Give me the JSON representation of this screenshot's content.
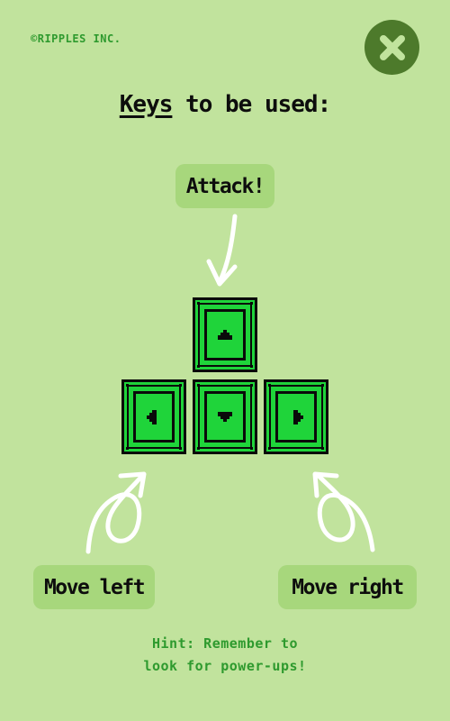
{
  "header": {
    "copyright": "©RIPPLES INC.",
    "close_icon": "close-x-icon"
  },
  "title": {
    "keyword": "Keys",
    "rest": " to be used:"
  },
  "labels": {
    "attack": "Attack!",
    "move_left": "Move left",
    "move_right": "Move right"
  },
  "keys": [
    {
      "name": "up",
      "icon": "arrow-up-icon"
    },
    {
      "name": "left",
      "icon": "arrow-left-icon"
    },
    {
      "name": "down",
      "icon": "arrow-down-icon"
    },
    {
      "name": "right",
      "icon": "arrow-right-icon"
    }
  ],
  "hint": {
    "line1": "Hint: Remember to",
    "line2": "look for power-ups!"
  },
  "colors": {
    "background": "#c1e39d",
    "key_green": "#1fd43a",
    "close_bg": "#4d7a2b",
    "label_bg": "#a7d77c",
    "hint_text": "#2e9a2e"
  }
}
